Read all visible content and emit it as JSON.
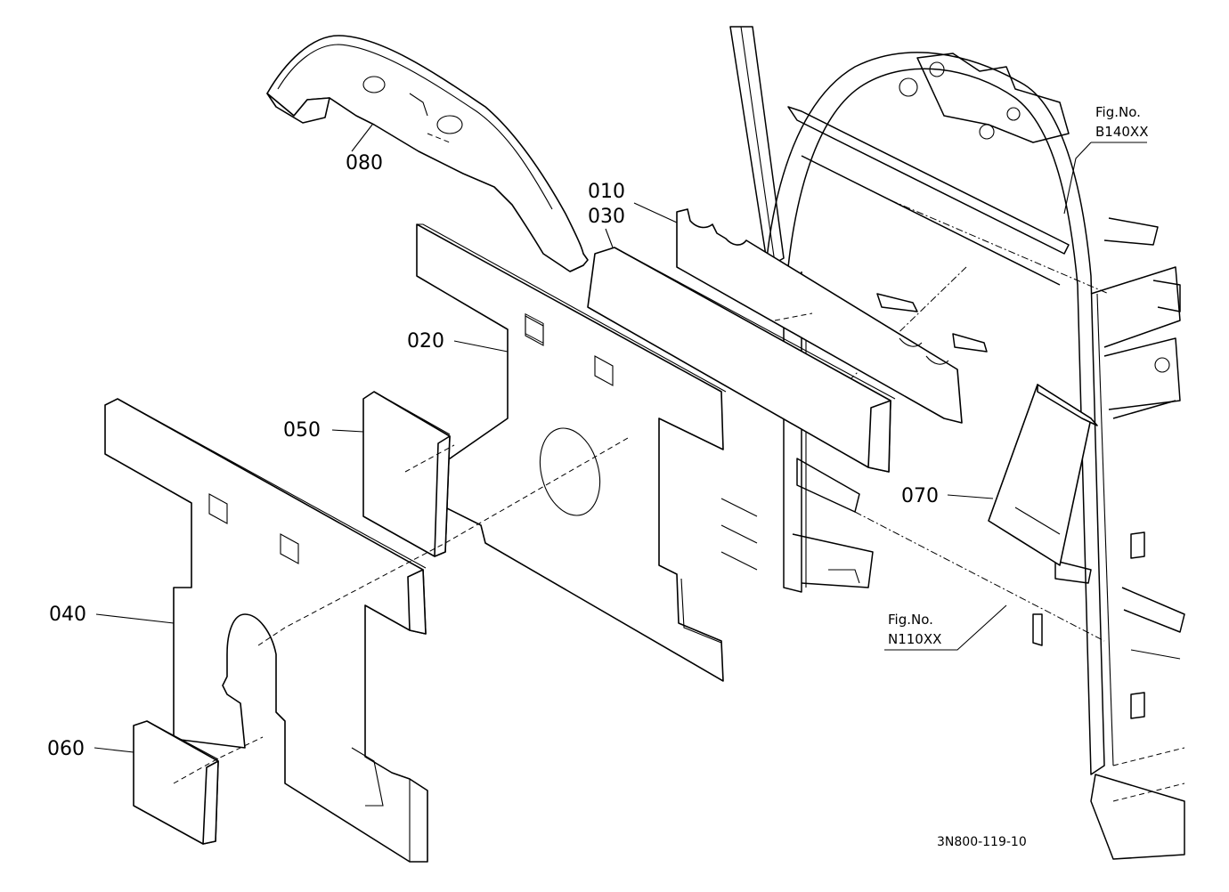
{
  "callouts": {
    "p010": "010",
    "p020": "020",
    "p030": "030",
    "p040": "040",
    "p050": "050",
    "p060": "060",
    "p070": "070",
    "p080": "080"
  },
  "figure_refs": {
    "upper": {
      "line1": "Fig.No.",
      "line2": "B140XX"
    },
    "lower": {
      "line1": "Fig.No.",
      "line2": "N110XX"
    }
  },
  "drawing_number": "3N800-119-10"
}
